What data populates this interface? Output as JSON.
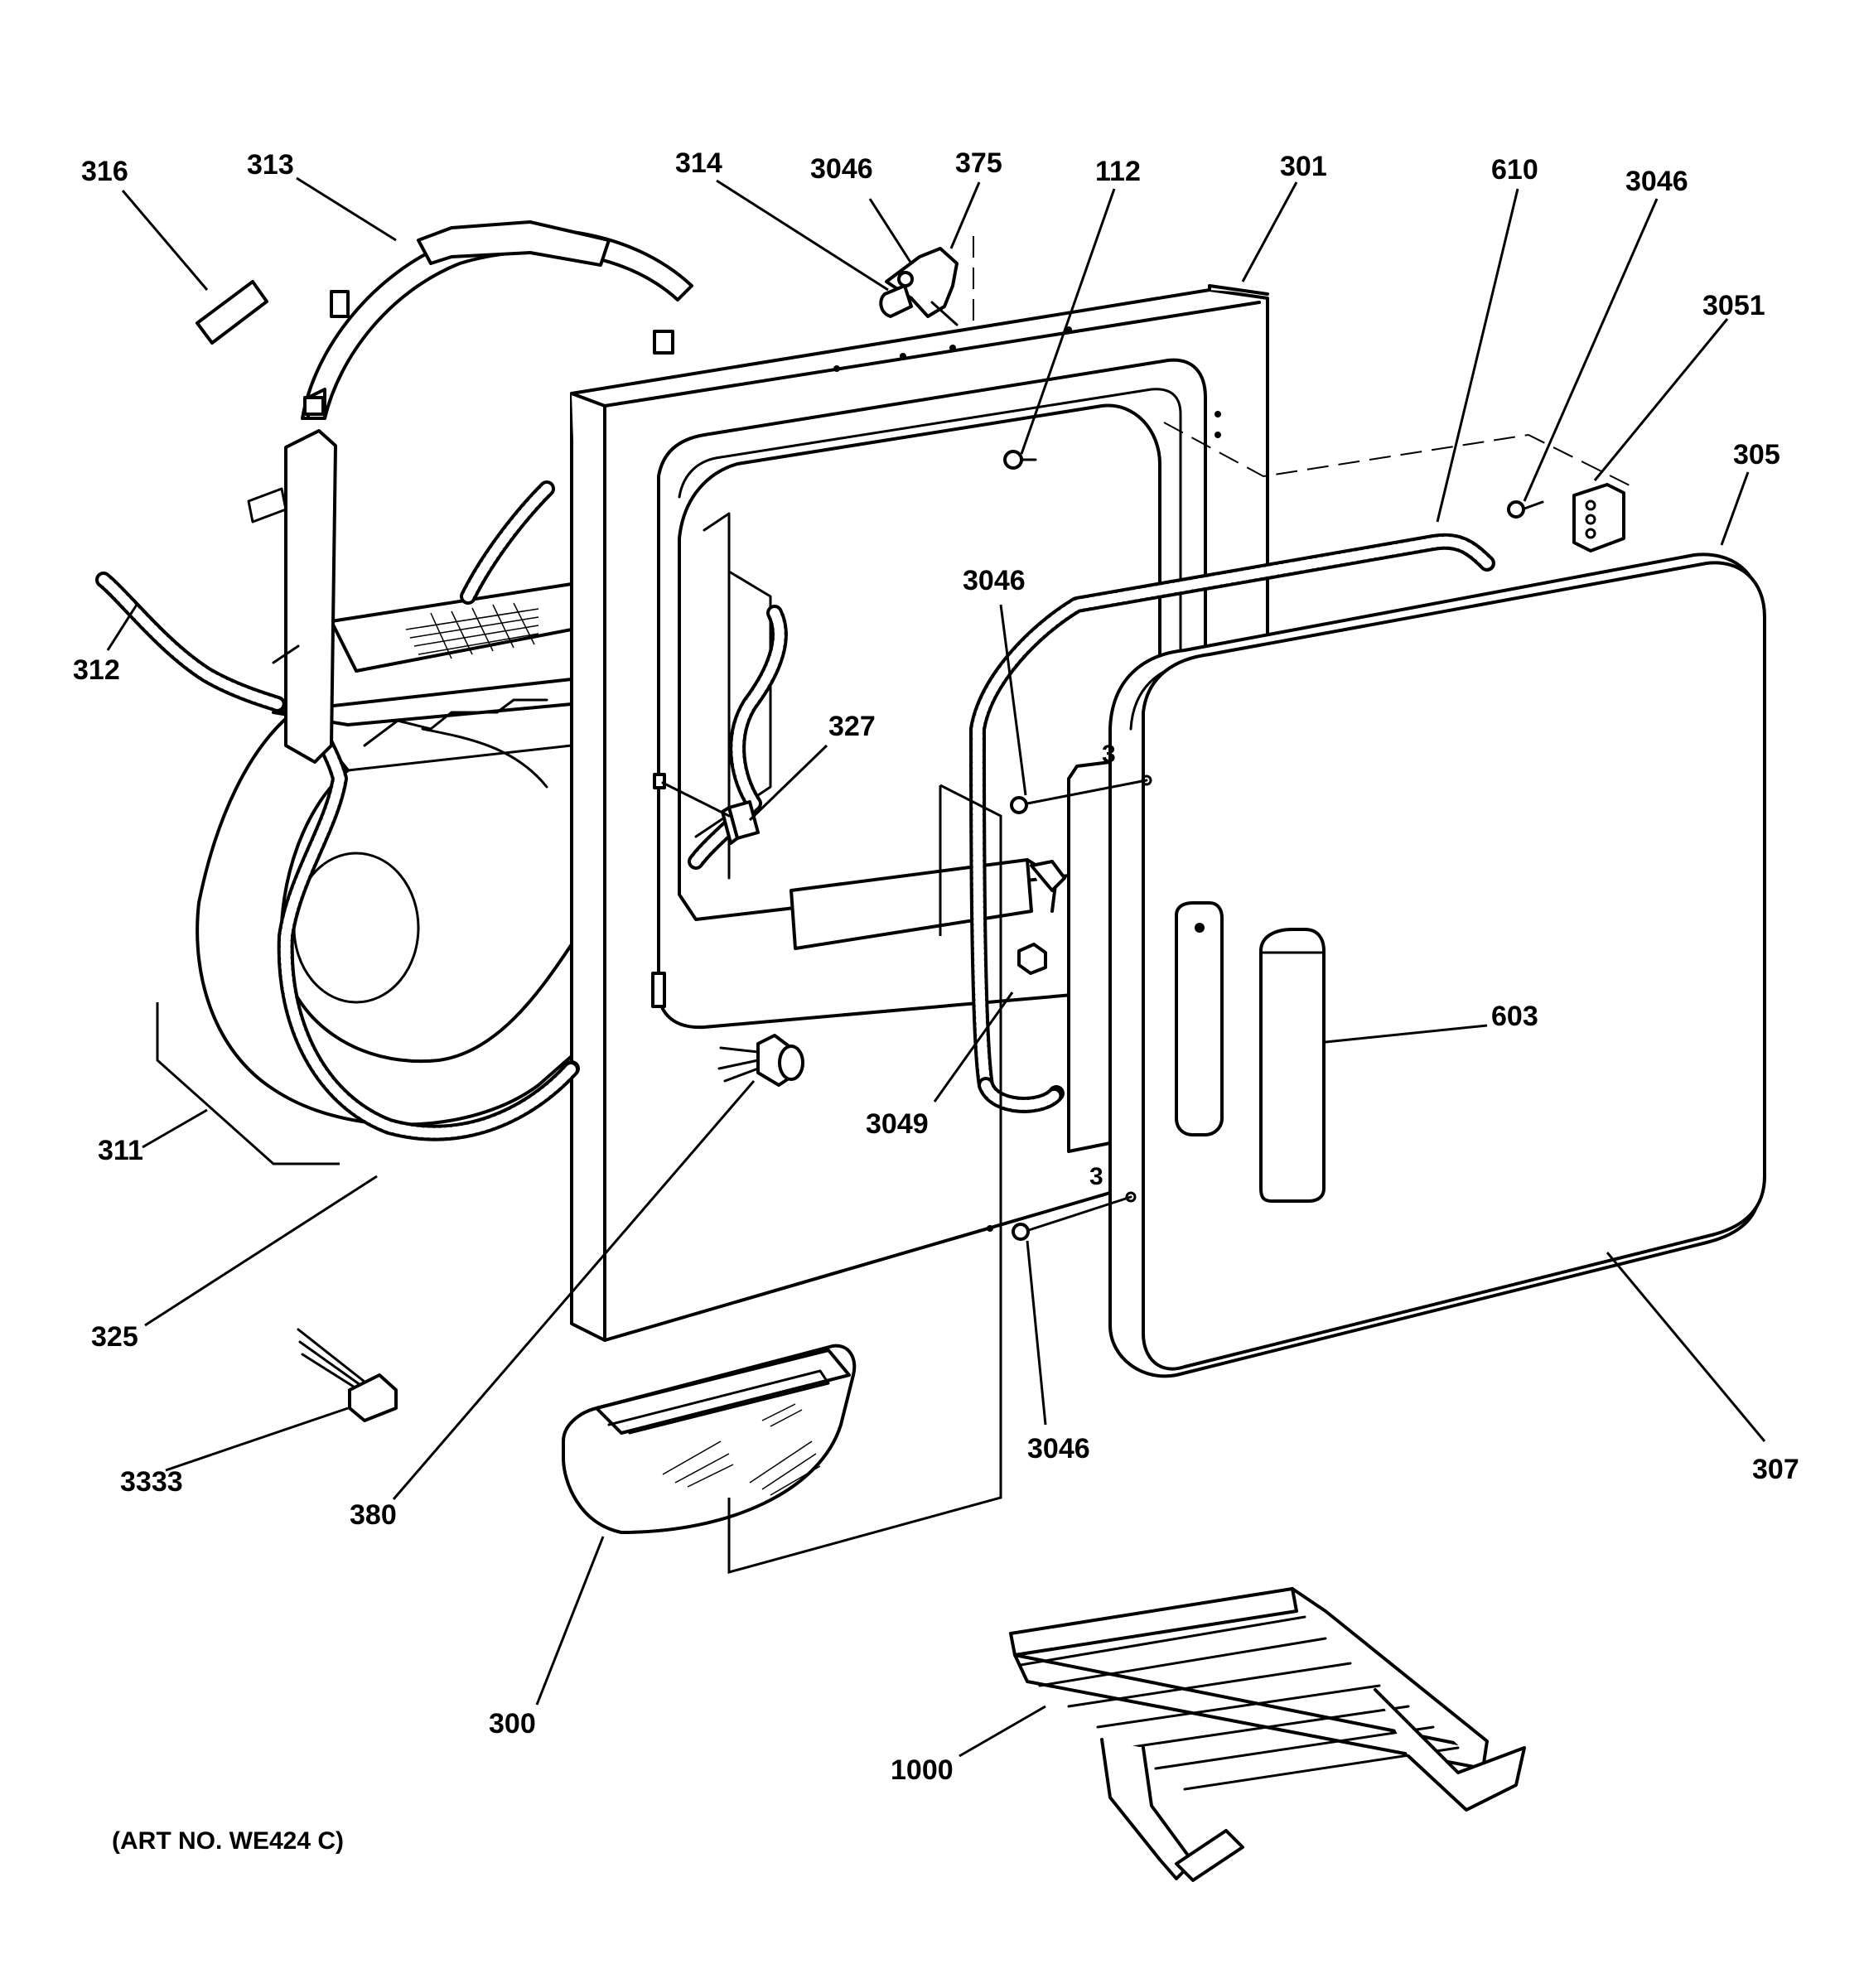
{
  "diagram": {
    "callouts": [
      {
        "id": "c316",
        "text": "316"
      },
      {
        "id": "c313",
        "text": "313"
      },
      {
        "id": "c314",
        "text": "314"
      },
      {
        "id": "c3046a",
        "text": "3046"
      },
      {
        "id": "c375",
        "text": "375"
      },
      {
        "id": "c112",
        "text": "112"
      },
      {
        "id": "c301",
        "text": "301"
      },
      {
        "id": "c610",
        "text": "610"
      },
      {
        "id": "c3046b",
        "text": "3046"
      },
      {
        "id": "c3051",
        "text": "3051"
      },
      {
        "id": "c305",
        "text": "305"
      },
      {
        "id": "c312",
        "text": "312"
      },
      {
        "id": "c3046c",
        "text": "3046"
      },
      {
        "id": "c327",
        "text": "327"
      },
      {
        "id": "c603",
        "text": "603"
      },
      {
        "id": "c311",
        "text": "311"
      },
      {
        "id": "c3049",
        "text": "3049"
      },
      {
        "id": "c325",
        "text": "325"
      },
      {
        "id": "c3333",
        "text": "3333"
      },
      {
        "id": "c380",
        "text": "380"
      },
      {
        "id": "c3046d",
        "text": "3046"
      },
      {
        "id": "c307",
        "text": "307"
      },
      {
        "id": "c300",
        "text": "300"
      },
      {
        "id": "c1000",
        "text": "1000"
      }
    ],
    "art_number": "(ART NO. WE424 C)"
  }
}
